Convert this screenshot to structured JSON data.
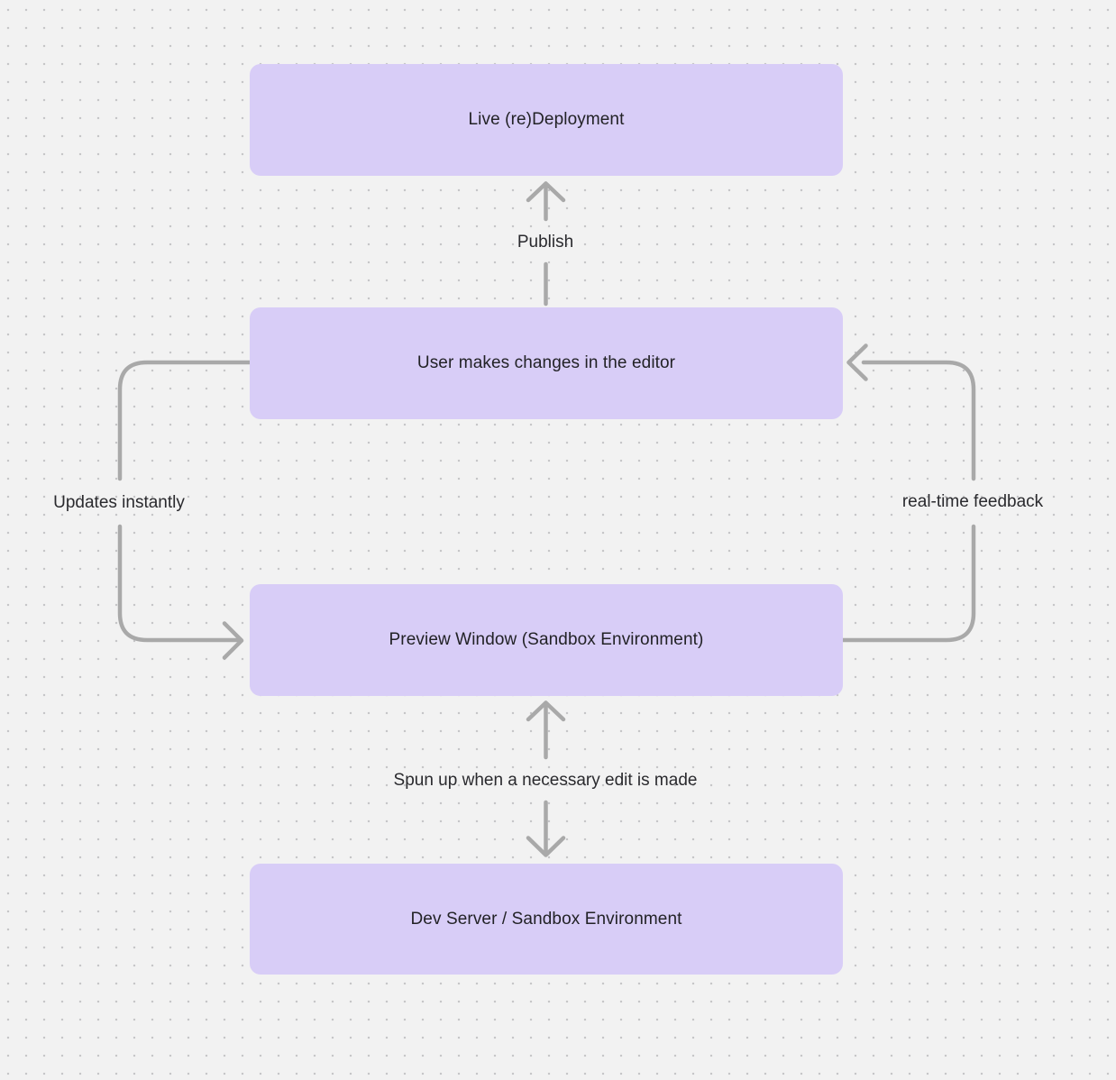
{
  "diagram": {
    "type": "flowchart",
    "background": "dotted-grid",
    "nodes": [
      {
        "id": "live-deployment",
        "label": "Live (re)Deployment"
      },
      {
        "id": "user-editor",
        "label": "User makes changes in the editor"
      },
      {
        "id": "preview-window",
        "label": "Preview Window (Sandbox Environment)"
      },
      {
        "id": "dev-server",
        "label": "Dev Server / Sandbox Environment"
      }
    ],
    "edges": [
      {
        "id": "publish",
        "label": "Publish",
        "from": "user-editor",
        "to": "live-deployment",
        "style": "straight-up-arrow"
      },
      {
        "id": "updates-instantly",
        "label": "Updates instantly",
        "from": "user-editor",
        "to": "preview-window",
        "style": "left-side-loop"
      },
      {
        "id": "real-time-feedback",
        "label": "real-time feedback",
        "from": "preview-window",
        "to": "user-editor",
        "style": "right-side-loop"
      },
      {
        "id": "spun-up",
        "label": "Spun up when a necessary edit is made",
        "from": "dev-server",
        "to": "preview-window",
        "style": "bidirectional-vertical"
      }
    ],
    "colors": {
      "node_fill": "#d8cdf7",
      "arrow": "#a9a9a9",
      "node_text": "#222226",
      "edge_text": "#2a2a2e",
      "background": "#f2f2f2",
      "grid_dot": "#c6c6c8"
    }
  }
}
